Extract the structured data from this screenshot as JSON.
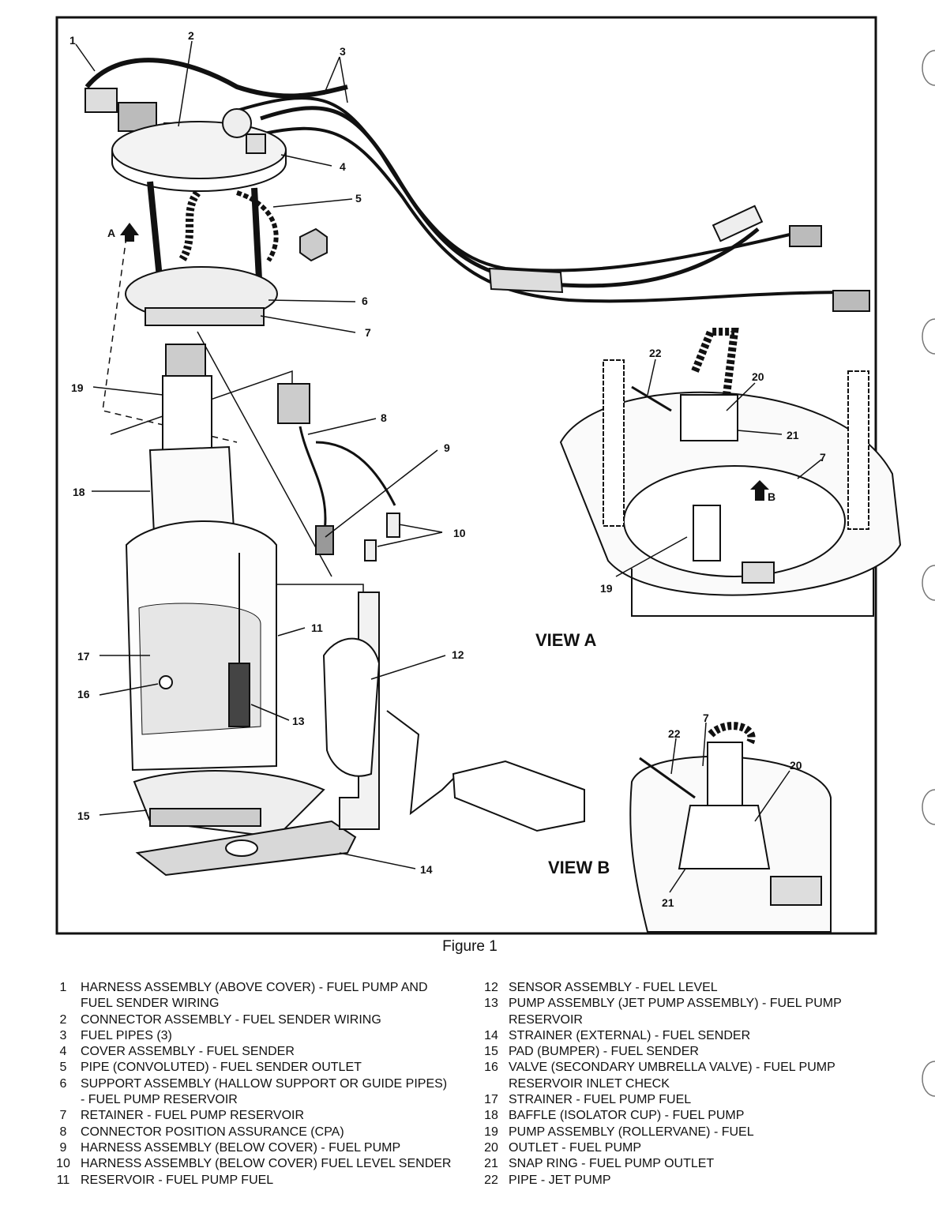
{
  "figure": {
    "caption": "Figure 1",
    "view_a_label": "VIEW A",
    "view_b_label": "VIEW B",
    "callouts": {
      "c1": "1",
      "c2": "2",
      "c3": "3",
      "c4": "4",
      "c5": "5",
      "c6": "6",
      "c7": "7",
      "c8": "8",
      "c9": "9",
      "c10": "10",
      "c11": "11",
      "c12": "12",
      "c13": "13",
      "c14": "14",
      "c15": "15",
      "c16": "16",
      "c17": "17",
      "c18": "18",
      "c19": "19",
      "va19": "19",
      "va20": "20",
      "va21": "21",
      "va22": "22",
      "va7": "7",
      "vb7": "7",
      "vb20": "20",
      "vb21": "21",
      "vb22": "22",
      "arrow_a": "A",
      "arrow_b": "B"
    }
  },
  "legend": {
    "left": [
      {
        "num": "1",
        "text": "HARNESS ASSEMBLY (ABOVE COVER) - FUEL PUMP AND\nFUEL SENDER WIRING"
      },
      {
        "num": "2",
        "text": "CONNECTOR ASSEMBLY - FUEL SENDER WIRING"
      },
      {
        "num": "3",
        "text": "FUEL PIPES (3)"
      },
      {
        "num": "4",
        "text": "COVER ASSEMBLY - FUEL SENDER"
      },
      {
        "num": "5",
        "text": "PIPE (CONVOLUTED) - FUEL SENDER OUTLET"
      },
      {
        "num": "6",
        "text": "SUPPORT ASSEMBLY (HALLOW SUPPORT OR GUIDE PIPES)\n- FUEL PUMP RESERVOIR"
      },
      {
        "num": "7",
        "text": "RETAINER - FUEL PUMP RESERVOIR"
      },
      {
        "num": "8",
        "text": "CONNECTOR POSITION ASSURANCE (CPA)"
      },
      {
        "num": "9",
        "text": "HARNESS ASSEMBLY (BELOW COVER) - FUEL PUMP"
      },
      {
        "num": "10",
        "text": "HARNESS ASSEMBLY (BELOW COVER) FUEL LEVEL SENDER"
      },
      {
        "num": "11",
        "text": "RESERVOIR - FUEL PUMP FUEL"
      }
    ],
    "right": [
      {
        "num": "12",
        "text": "SENSOR ASSEMBLY - FUEL LEVEL"
      },
      {
        "num": "13",
        "text": "PUMP ASSEMBLY (JET PUMP ASSEMBLY) - FUEL PUMP\nRESERVOIR"
      },
      {
        "num": "14",
        "text": "STRAINER (EXTERNAL) - FUEL SENDER"
      },
      {
        "num": "15",
        "text": "PAD (BUMPER) - FUEL SENDER"
      },
      {
        "num": "16",
        "text": "VALVE (SECONDARY UMBRELLA VALVE) - FUEL PUMP\nRESERVOIR INLET CHECK"
      },
      {
        "num": "17",
        "text": "STRAINER - FUEL PUMP FUEL"
      },
      {
        "num": "18",
        "text": "BAFFLE (ISOLATOR CUP) - FUEL PUMP"
      },
      {
        "num": "19",
        "text": "PUMP ASSEMBLY (ROLLERVANE) - FUEL"
      },
      {
        "num": "20",
        "text": "OUTLET - FUEL PUMP"
      },
      {
        "num": "21",
        "text": "SNAP RING - FUEL PUMP OUTLET"
      },
      {
        "num": "22",
        "text": "PIPE - JET PUMP"
      }
    ]
  }
}
